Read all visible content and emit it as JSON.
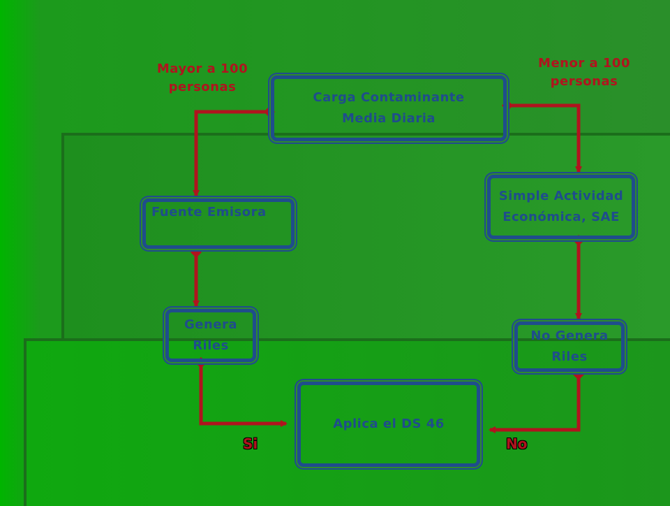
{
  "nodes": {
    "carga": [
      "Carga Contaminante",
      "Media Diaria"
    ],
    "fuente": [
      "Fuente Emisora"
    ],
    "simple": [
      "Simple Actividad",
      "Económica, SAE"
    ],
    "genera": [
      "Genera",
      "Riles"
    ],
    "nogenera": [
      "No Genera",
      "Riles"
    ],
    "aplica": [
      "Aplica el DS 46"
    ]
  },
  "conditions": {
    "mayor": [
      "Mayor a 100",
      "personas"
    ],
    "menor": [
      "Menor a 100",
      "personas"
    ]
  },
  "answers": {
    "si": "Si",
    "no": "No"
  },
  "colors": {
    "node_border": "#1f4d8c",
    "node_text": "#1f4d8c",
    "connector": "#b0141e",
    "background": "#2a8f2a"
  }
}
